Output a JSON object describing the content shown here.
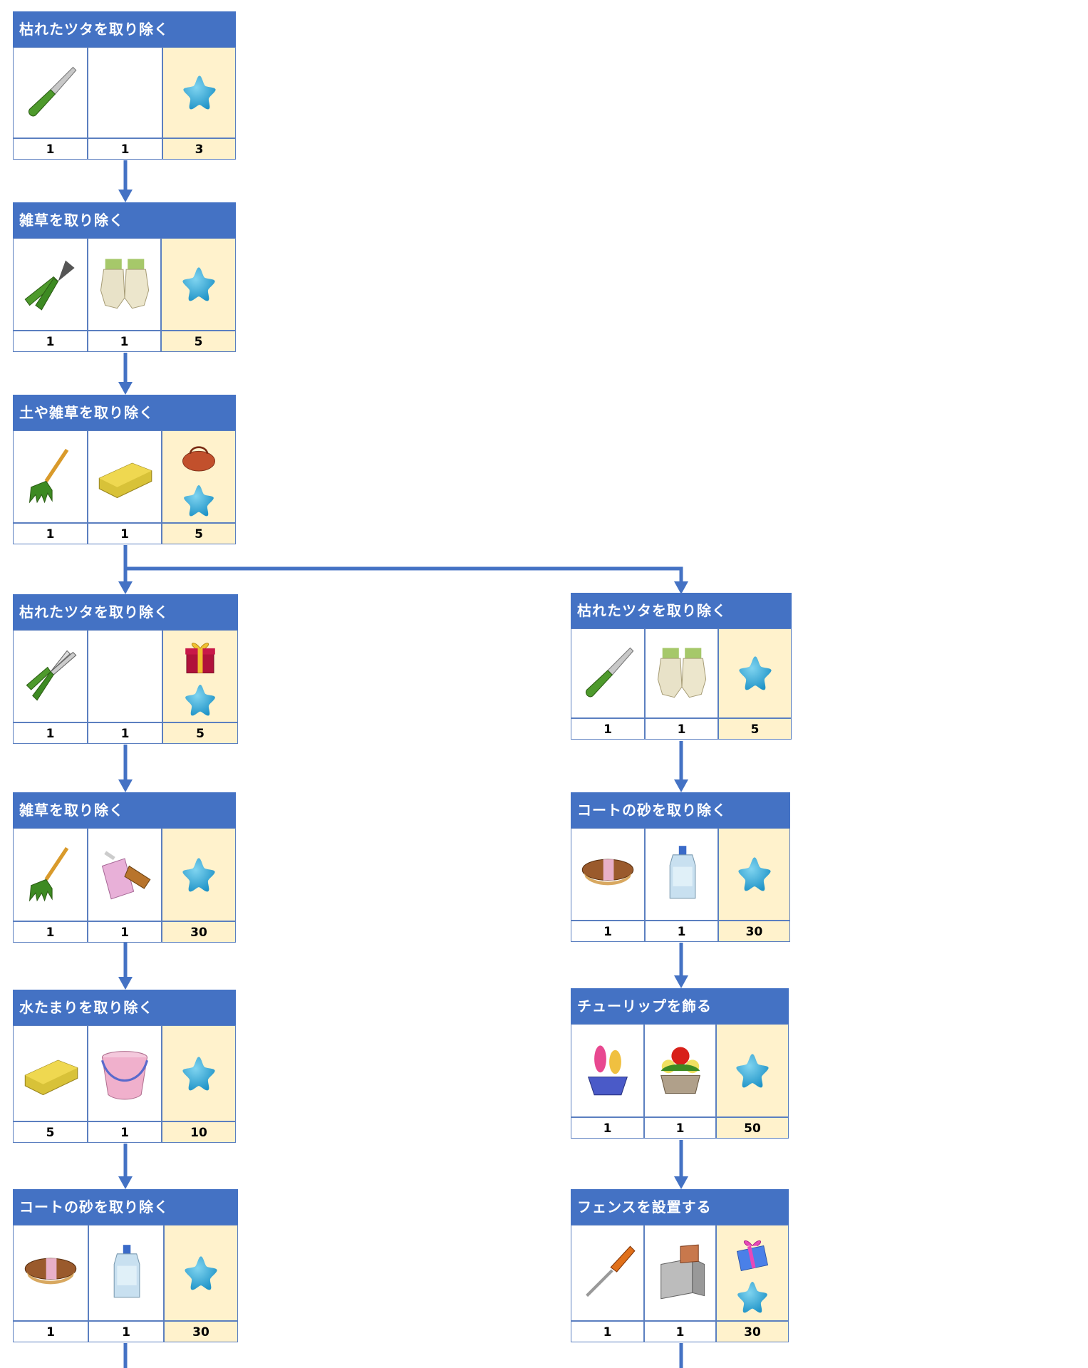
{
  "cards": [
    {
      "id": "c1",
      "title": "枯れたツタを取り除く",
      "tools": [
        {
          "icon": "knife-icon",
          "count": "1"
        },
        {
          "icon": "empty",
          "count": "1"
        }
      ],
      "rewards": [
        "star-icon"
      ],
      "reward_count": "3"
    },
    {
      "id": "c2",
      "title": "雑草を取り除く",
      "tools": [
        {
          "icon": "pliers-icon",
          "count": "1"
        },
        {
          "icon": "gloves-icon",
          "count": "1"
        }
      ],
      "rewards": [
        "star-icon"
      ],
      "reward_count": "5"
    },
    {
      "id": "c3",
      "title": "土や雑草を取り除く",
      "tools": [
        {
          "icon": "rake-icon",
          "count": "1"
        },
        {
          "icon": "sponge-icon",
          "count": "1"
        }
      ],
      "rewards": [
        "bag-icon",
        "star-icon"
      ],
      "reward_count": "5"
    },
    {
      "id": "c4",
      "title": "枯れたツタを取り除く",
      "tools": [
        {
          "icon": "shears-icon",
          "count": "1"
        },
        {
          "icon": "empty",
          "count": "1"
        }
      ],
      "rewards": [
        "gift-box-icon",
        "star-icon"
      ],
      "reward_count": "5"
    },
    {
      "id": "c5",
      "title": "雑草を取り除く",
      "tools": [
        {
          "icon": "rake-icon",
          "count": "1"
        },
        {
          "icon": "dustpan-icon",
          "count": "1"
        }
      ],
      "rewards": [
        "star-icon"
      ],
      "reward_count": "30"
    },
    {
      "id": "c6",
      "title": "水たまりを取り除く",
      "tools": [
        {
          "icon": "sponge-icon",
          "count": "5"
        },
        {
          "icon": "bucket-icon",
          "count": "1"
        }
      ],
      "rewards": [
        "star-icon"
      ],
      "reward_count": "10"
    },
    {
      "id": "c7",
      "title": "コートの砂を取り除く",
      "tools": [
        {
          "icon": "brush-icon",
          "count": "1"
        },
        {
          "icon": "detergent-bottle-icon",
          "count": "1"
        }
      ],
      "rewards": [
        "star-icon"
      ],
      "reward_count": "30"
    },
    {
      "id": "c8",
      "title": "枯れたツタを取り除く",
      "tools": [
        {
          "icon": "knife-icon",
          "count": "1"
        },
        {
          "icon": "gloves-icon",
          "count": "1"
        }
      ],
      "rewards": [
        "star-icon"
      ],
      "reward_count": "5"
    },
    {
      "id": "c9",
      "title": "コートの砂を取り除く",
      "tools": [
        {
          "icon": "brush-icon",
          "count": "1"
        },
        {
          "icon": "detergent-bottle-icon",
          "count": "1"
        }
      ],
      "rewards": [
        "star-icon"
      ],
      "reward_count": "30"
    },
    {
      "id": "c10",
      "title": "チューリップを飾る",
      "tools": [
        {
          "icon": "hyacinth-pot-icon",
          "count": "1"
        },
        {
          "icon": "flower-pot-icon",
          "count": "1"
        }
      ],
      "rewards": [
        "star-icon"
      ],
      "reward_count": "50"
    },
    {
      "id": "c11",
      "title": "フェンスを設置する",
      "tools": [
        {
          "icon": "screwdriver-icon",
          "count": "1"
        },
        {
          "icon": "nail-box-icon",
          "count": "1"
        }
      ],
      "rewards": [
        "gift-box-pink-icon",
        "star-icon"
      ],
      "reward_count": "30"
    }
  ]
}
